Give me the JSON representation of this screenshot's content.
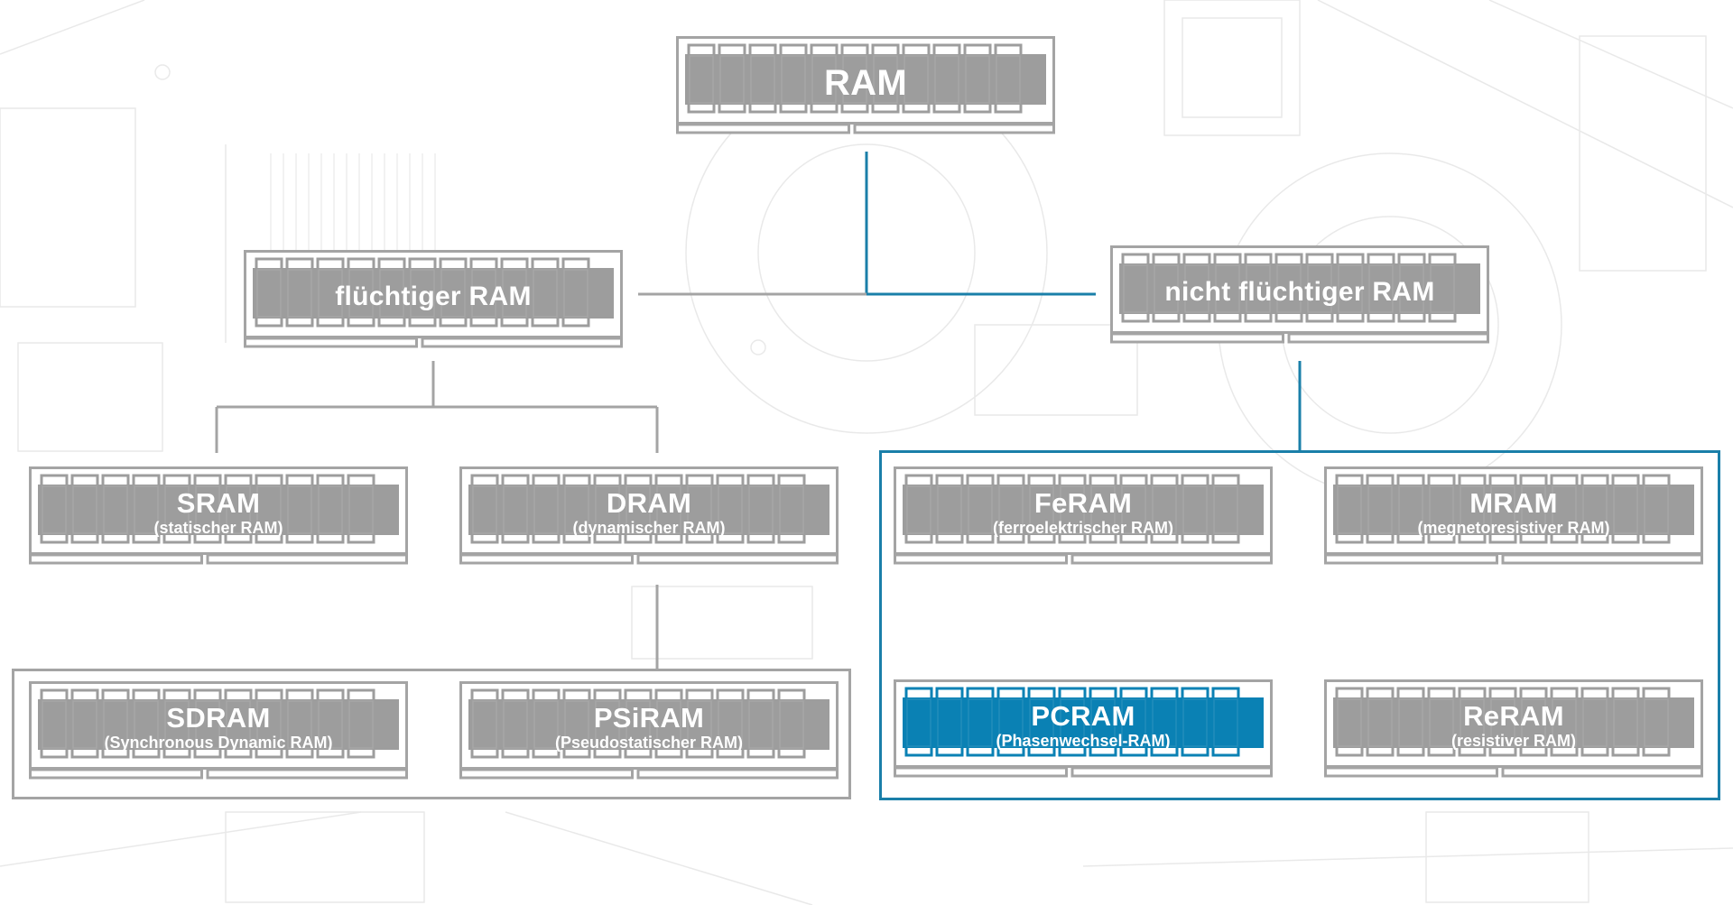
{
  "colors": {
    "grey": "#9d9d9d",
    "grey_line": "#a4a4a4",
    "blue": "#0a81b4",
    "blue_line": "#1a7fa9",
    "background_sketch": "#e9e9e9",
    "text": "#ffffff"
  },
  "modules": {
    "ram": {
      "title": "RAM",
      "subtitle": "",
      "highlight": false
    },
    "volatile": {
      "title": "flüchtiger RAM",
      "subtitle": "",
      "highlight": false
    },
    "nonvolatile": {
      "title": "nicht flüchtiger RAM",
      "subtitle": "",
      "highlight": false
    },
    "sram": {
      "title": "SRAM",
      "subtitle": "(statischer RAM)",
      "highlight": false
    },
    "dram": {
      "title": "DRAM",
      "subtitle": "(dynamischer RAM)",
      "highlight": false
    },
    "feram": {
      "title": "FeRAM",
      "subtitle": "(ferroelektrischer RAM)",
      "highlight": false
    },
    "mram": {
      "title": "MRAM",
      "subtitle": "(megnetoresistiver RAM)",
      "highlight": false
    },
    "sdram": {
      "title": "SDRAM",
      "subtitle": "(Synchronous Dynamic RAM)",
      "highlight": false
    },
    "psiram": {
      "title": "PSiRAM",
      "subtitle": "(Pseudostatischer RAM)",
      "highlight": false
    },
    "pcram": {
      "title": "PCRAM",
      "subtitle": "(Phasenwechsel-RAM)",
      "highlight": true
    },
    "reram": {
      "title": "ReRAM",
      "subtitle": "(resistiver RAM)",
      "highlight": false
    }
  }
}
